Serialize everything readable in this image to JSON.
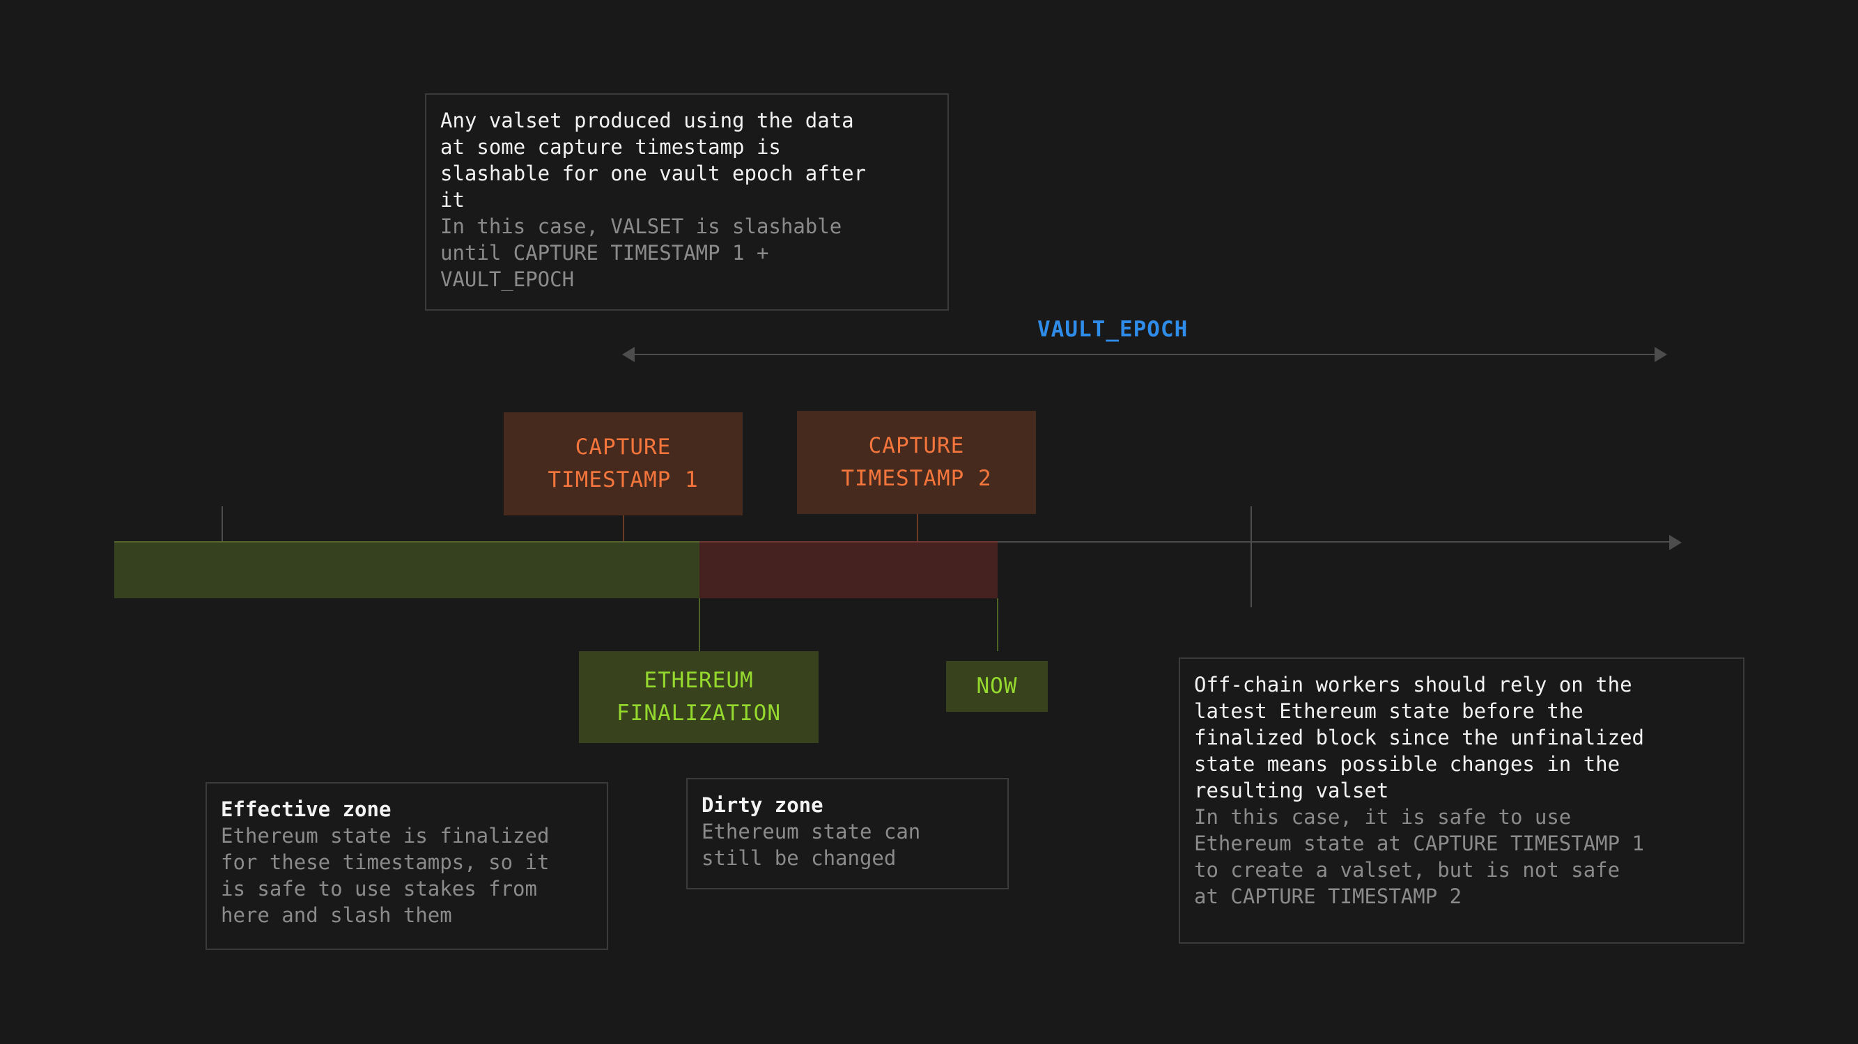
{
  "diagram": {
    "background_color": "#191919",
    "title_note": {
      "title": "Any valset produced using the data\nat some capture timestamp is\nslashable for one vault epoch after\nit",
      "subtitle": "In this case, VALSET is slashable\nuntil CAPTURE TIMESTAMP 1 +\nVAULT_EPOCH"
    },
    "epoch": {
      "label": "VAULT_EPOCH",
      "color": "#2f8ce8"
    },
    "markers": {
      "capture_1": {
        "label": "CAPTURE\nTIMESTAMP 1",
        "color": "#f4763c",
        "background": "#472a1e"
      },
      "capture_2": {
        "label": "CAPTURE\nTIMESTAMP 2",
        "color": "#f4763c",
        "background": "#472a1e"
      },
      "finalization": {
        "label": "ETHEREUM\nFINALIZATION",
        "color": "#95d92f",
        "background": "#38431d"
      },
      "now": {
        "label": "NOW",
        "color": "#95d92f",
        "background": "#38431d"
      }
    },
    "zones": {
      "effective": {
        "name": "Effective zone",
        "color": "#36411f"
      },
      "dirty": {
        "name": "Dirty zone",
        "color": "#45211f"
      }
    },
    "notes": {
      "effective_zone": {
        "title": "Effective zone",
        "subtitle": "Ethereum state is finalized\nfor these timestamps, so it\nis safe to use stakes from\nhere and slash them"
      },
      "dirty_zone": {
        "title": "Dirty zone",
        "subtitle": "Ethereum state can\nstill be changed"
      },
      "offchain_workers": {
        "title": "Off-chain workers should rely on the\nlatest Ethereum state before the\nfinalized block since the unfinalized\nstate means possible changes in the\nresulting valset",
        "subtitle": "In this case, it is safe to use\nEthereum state at CAPTURE TIMESTAMP 1\nto create a valset, but is not safe\nat CAPTURE TIMESTAMP 2"
      }
    }
  }
}
